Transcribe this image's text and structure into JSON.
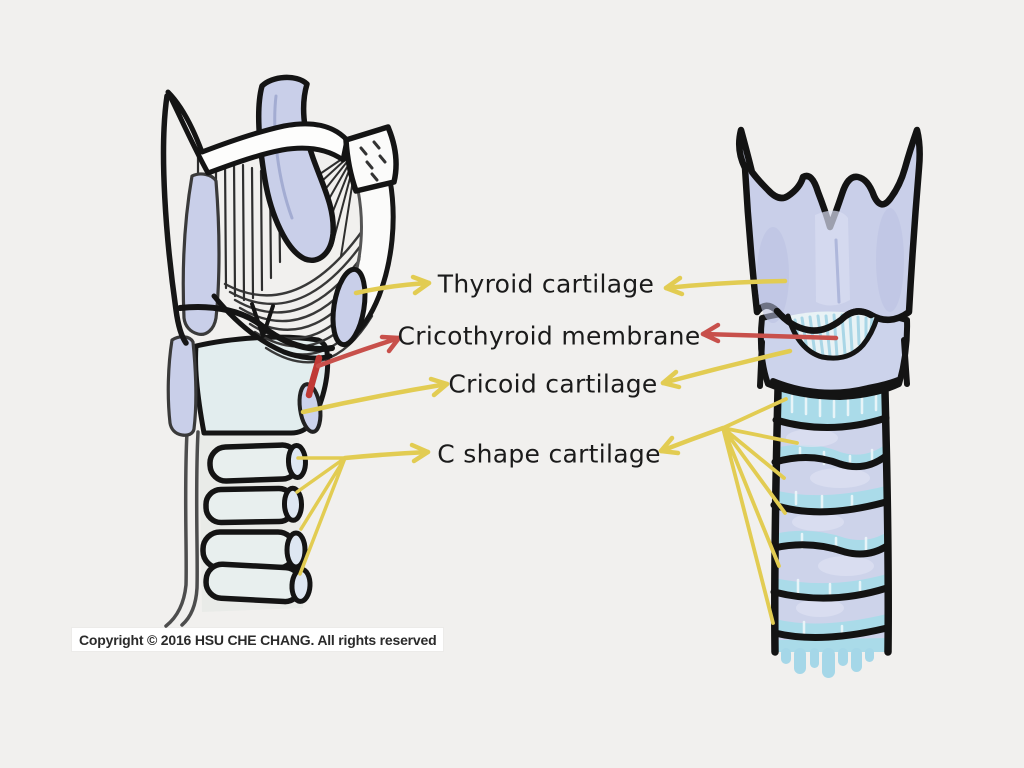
{
  "annotations": {
    "thyroid": "Thyroid cartilage",
    "cricothyroid": "Cricothyroid membrane",
    "cricoid": "Cricoid cartilage",
    "cshape": "C shape cartilage"
  },
  "copyright": "Copyright © 2016 HSU CHE CHANG. All rights reserved",
  "colors": {
    "background": "#f1f0ee",
    "arrow_yellow": "#e2cc52",
    "arrow_red": "#c8504b",
    "cartilage_lavender": "#c9cfe9",
    "ring_pale_blue": "#e7efee",
    "trachea_cyan": "#a5d7e8",
    "ink_outline": "#161616",
    "label_text": "#1b1b1b"
  }
}
